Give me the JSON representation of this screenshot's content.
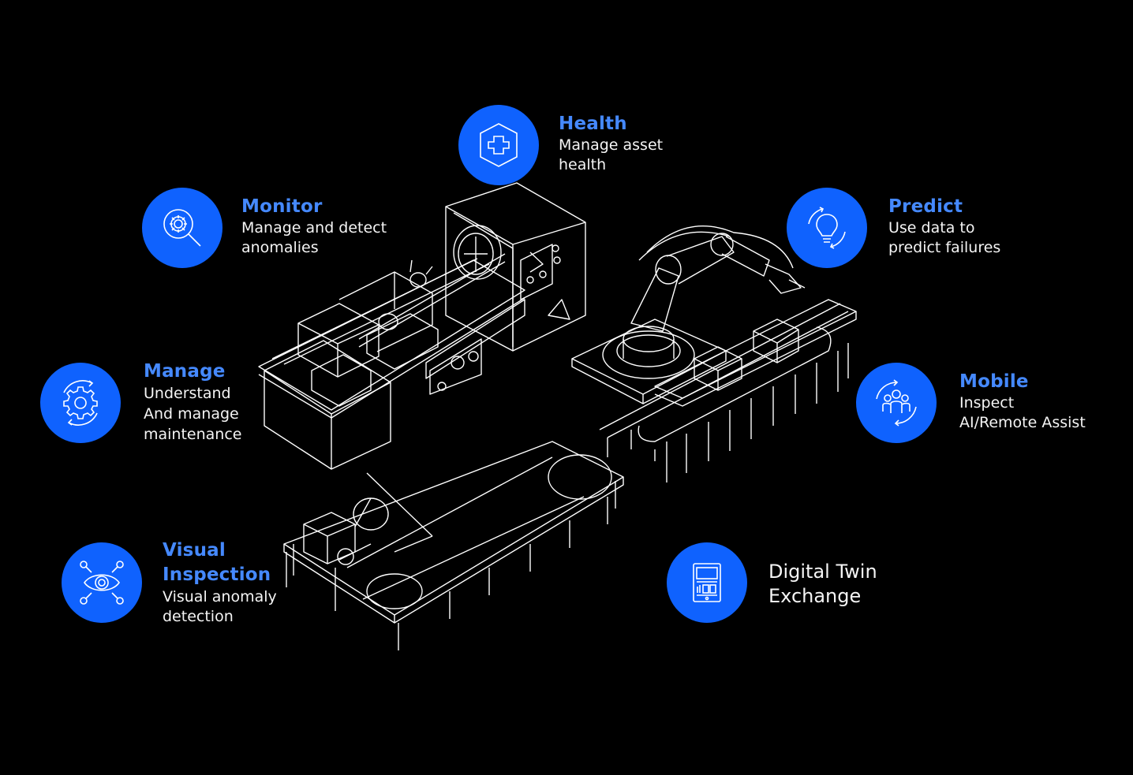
{
  "colors": {
    "background": "#000000",
    "badge": "#0f62fe",
    "title": "#4589ff",
    "text": "#f4f4f4",
    "linework": "#ffffff"
  },
  "features": {
    "health": {
      "title": "Health",
      "desc": "Manage asset\nhealth",
      "icon": "shield-plus-icon"
    },
    "monitor": {
      "title": "Monitor",
      "desc": "Manage and detect\nanomalies",
      "icon": "magnify-gear-icon"
    },
    "predict": {
      "title": "Predict",
      "desc": "Use data to\npredict failures",
      "icon": "lightbulb-cycle-icon"
    },
    "manage": {
      "title": "Manage",
      "desc": "Understand\nAnd manage\nmaintenance",
      "icon": "gear-cycle-icon"
    },
    "mobile": {
      "title": "Mobile",
      "desc": "Inspect\nAI/Remote Assist",
      "icon": "people-cycle-icon"
    },
    "visual": {
      "title": "Visual\nInspection",
      "desc": "Visual anomaly\ndetection",
      "icon": "eye-network-icon"
    },
    "twin": {
      "title": "Digital Twin\nExchange",
      "icon": "tablet-dashboard-icon"
    }
  }
}
